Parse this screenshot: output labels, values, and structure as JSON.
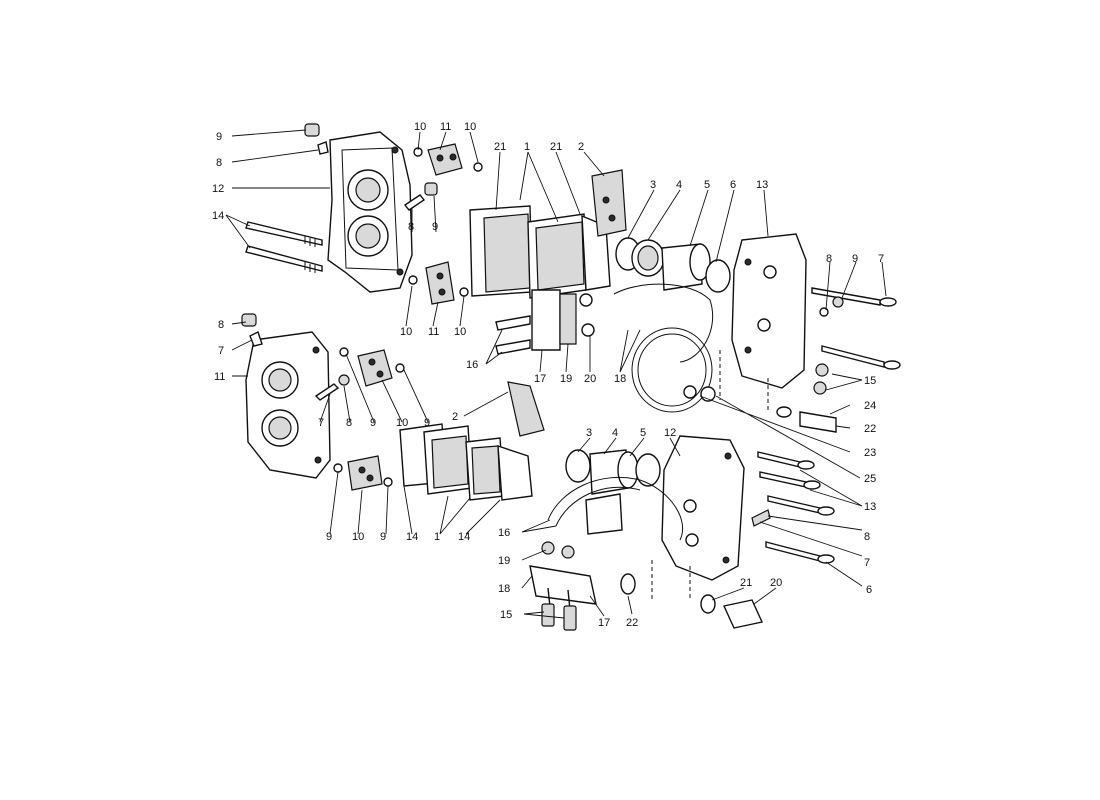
{
  "diagram": {
    "callouts": {
      "tl_9": "9",
      "tl_8": "8",
      "tl_12": "12",
      "tl_14": "14",
      "tl_10a": "10",
      "tl_11a": "11",
      "tl_10b": "10",
      "tl_8b": "8",
      "tl_9b": "9",
      "tl_10c": "10",
      "tl_11b": "11",
      "tl_10d": "10",
      "tc_21a": "21",
      "tc_1": "1",
      "tc_21b": "21",
      "tc_2": "2",
      "tc_16": "16",
      "tc_17": "17",
      "tc_19": "19",
      "tc_20": "20",
      "tr_3": "3",
      "tr_4": "4",
      "tr_5": "5",
      "tr_6": "6",
      "tr_13": "13",
      "tr_8": "8",
      "tr_9": "9",
      "tr_7": "7",
      "tr_18": "18",
      "tr_15": "15",
      "tr_24": "24",
      "tr_22": "22",
      "tr_23": "23",
      "tr_25": "25",
      "bl_8": "8",
      "bl_7": "7",
      "bl_11": "11",
      "bl_7b": "7",
      "bl_8b": "8",
      "bl_9a": "9",
      "bl_10a": "10",
      "bl_9b": "9",
      "bl_2": "2",
      "bl_9c": "9",
      "bl_10b": "10",
      "bl_9d": "9",
      "bl_14a": "14",
      "bl_1": "1",
      "bl_14b": "14",
      "br_3": "3",
      "br_4": "4",
      "br_5": "5",
      "br_12": "12",
      "br_13": "13",
      "br_16": "16",
      "br_19": "19",
      "br_18": "18",
      "br_15": "15",
      "br_17": "17",
      "br_22": "22",
      "br_21": "21",
      "br_20": "20",
      "br_8": "8",
      "br_7": "7",
      "br_6": "6"
    }
  }
}
